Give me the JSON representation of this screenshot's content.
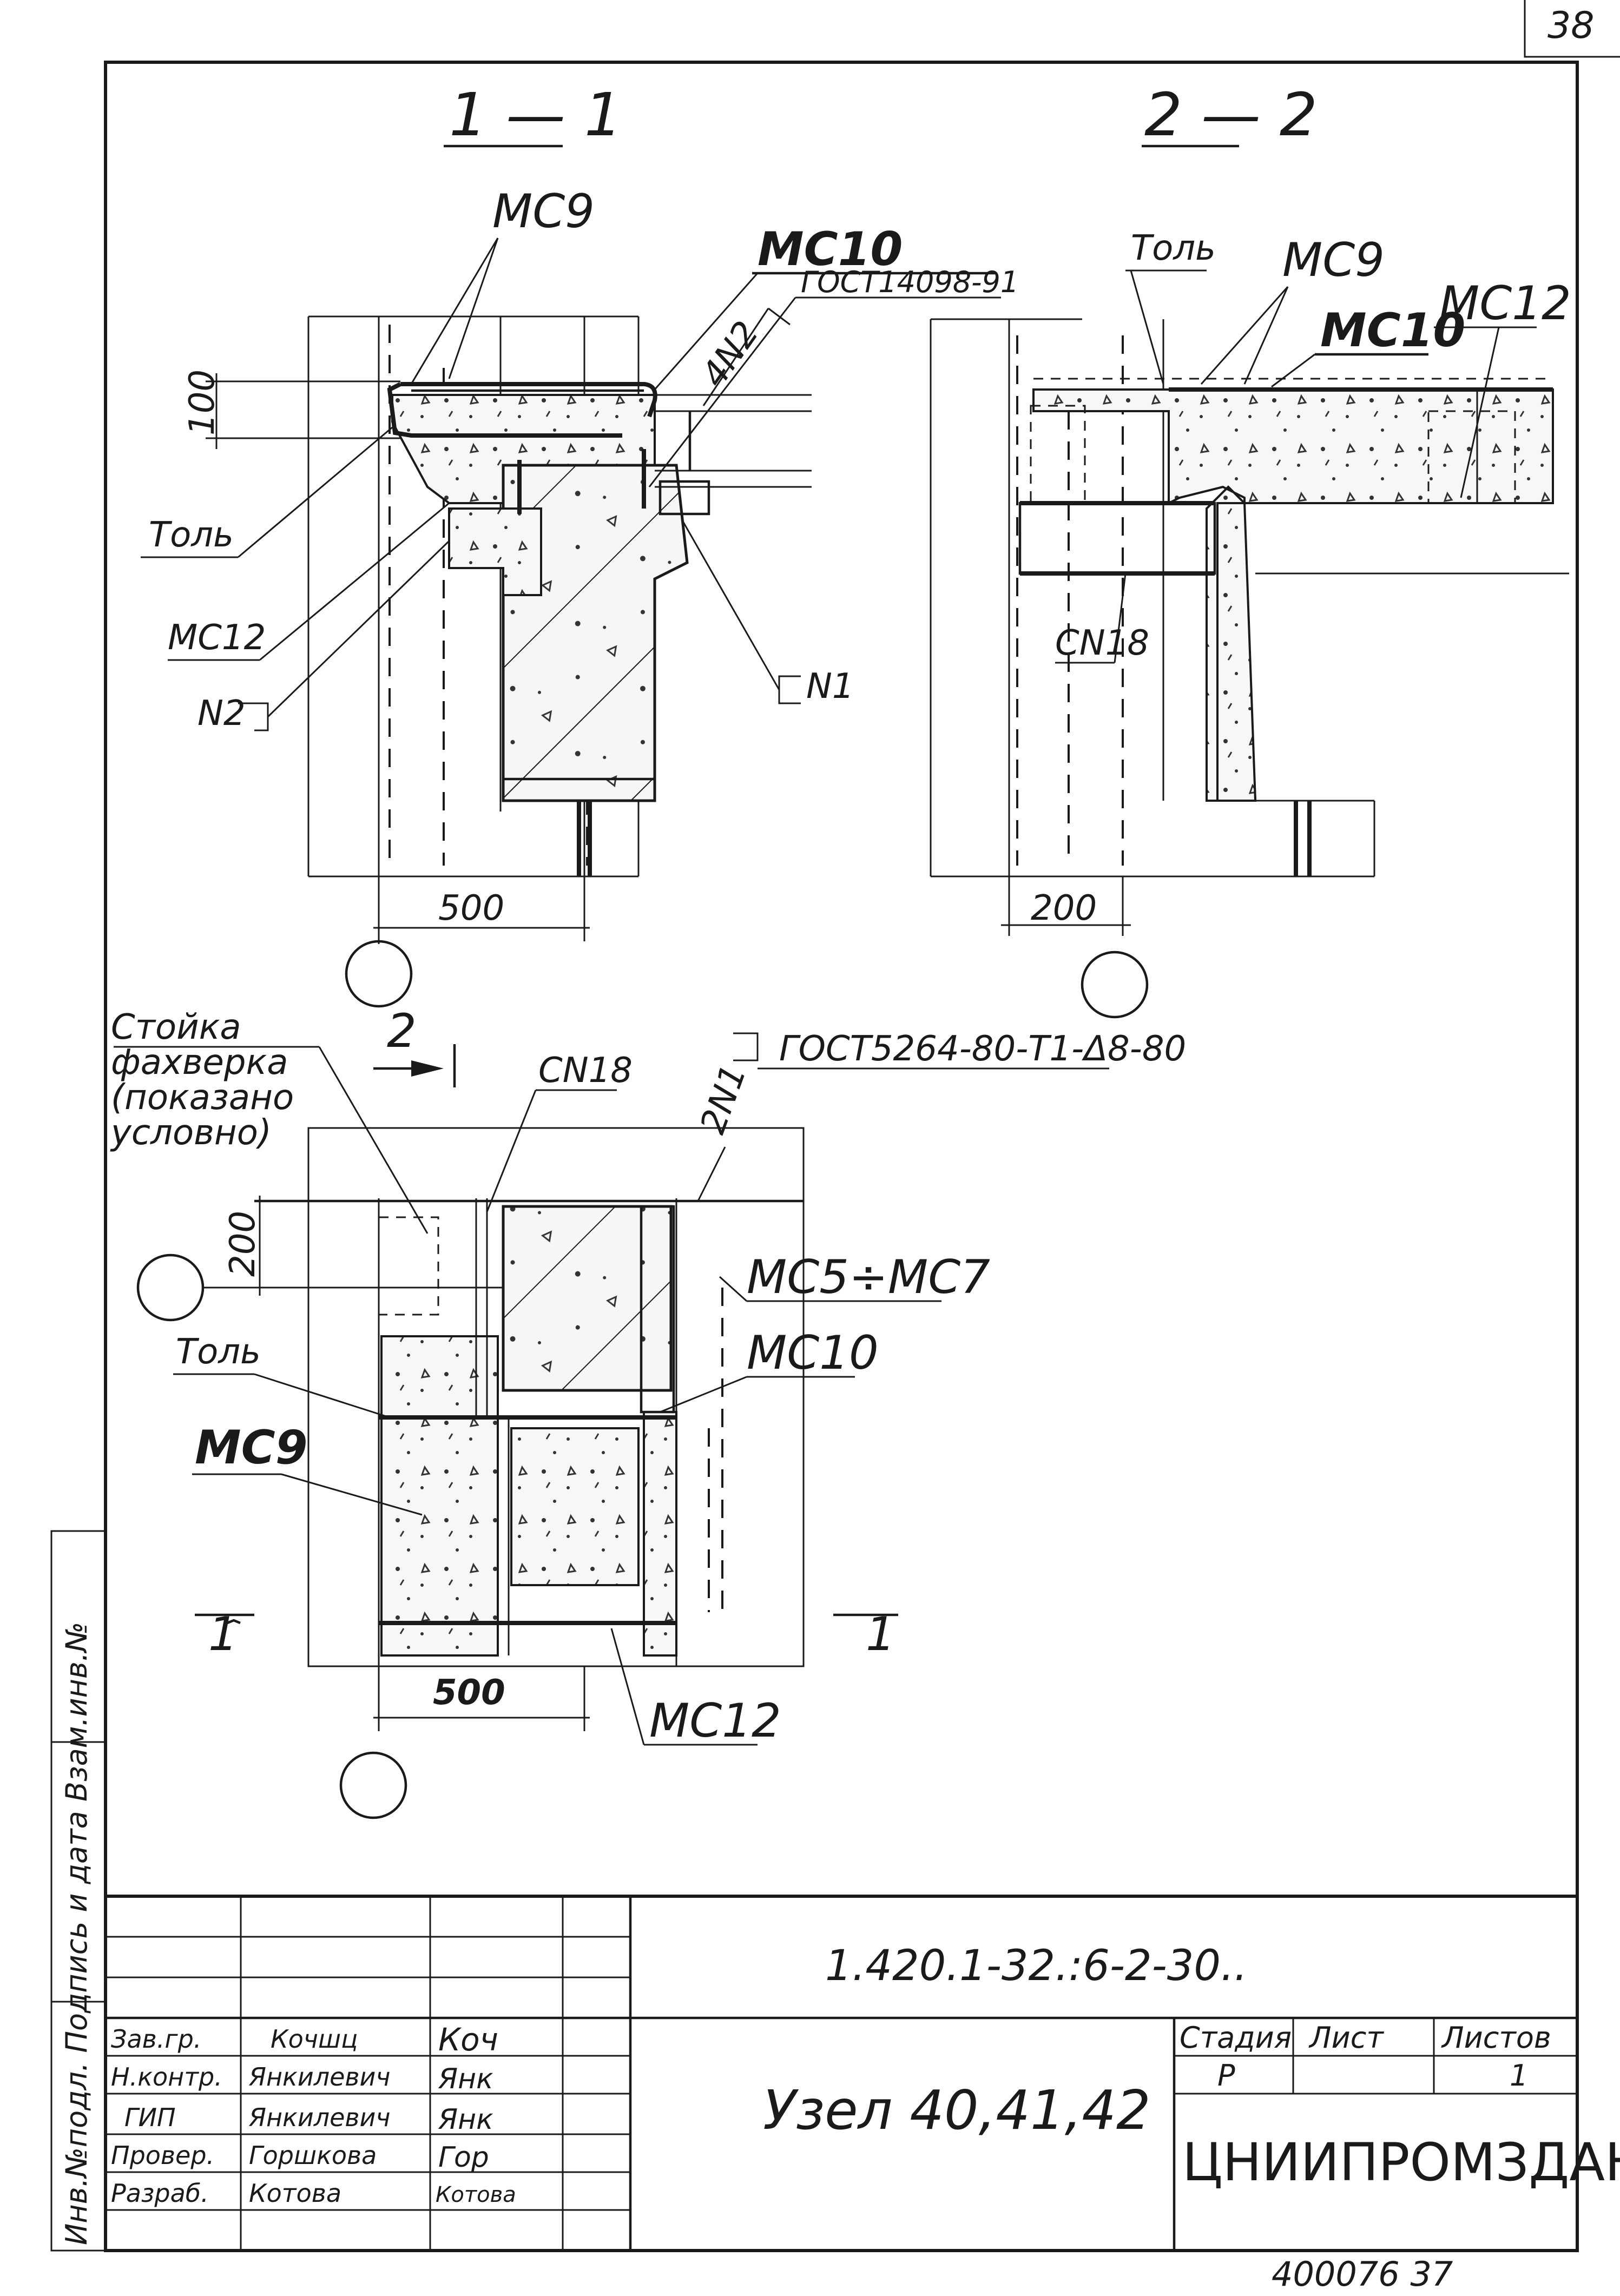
{
  "sheet_corner_number": "38",
  "section_1": {
    "title": "1 — 1",
    "labels": {
      "mc9": "МС9",
      "mc10": "МС10",
      "gost": "ГОСТ14098-91",
      "n2_4": "4N2",
      "dim_100": "100",
      "tol": "Толь",
      "mc12": "МС12",
      "n2": "N2",
      "n1": "N1",
      "dim_500": "500"
    }
  },
  "section_2": {
    "title": "2 — 2",
    "labels": {
      "tol": "Толь",
      "mc9": "МС9",
      "mc10": "МС10",
      "mc12": "МС12",
      "cn18": "СN18",
      "dim_200": "200"
    }
  },
  "plan": {
    "labels": {
      "stoika": "Стойка",
      "fahverka": "фахверка",
      "pokazano": "(показано",
      "uslovno": "условно)",
      "section_2_mark": "2",
      "cn18": "СN18",
      "n1_2": "2N1",
      "gost": "ГОСТ5264-80-Т1-Δ8-80",
      "dim_200": "200",
      "mc5_mc7": "МС5÷МС7",
      "tol": "Толь",
      "mc10": "МС10",
      "mc9": "МС9",
      "section_1_left": "1",
      "section_1_right": "1",
      "dim_500": "500",
      "mc12": "МС12"
    }
  },
  "side_stamp": "Инв.№подл.  Подпись и дата  Взам.инв.№",
  "title_block": {
    "document_code": "1.420.1-32.:6-2-30..",
    "drawing_title": "Узел 40,41,42",
    "stage_header": "Стадия",
    "sheet_header": "Лист",
    "sheets_header": "Листов",
    "stage_value": "Р",
    "sheet_value": "",
    "sheets_value": "1",
    "organization": "ЦНИИПРОМЗДАНИЙ",
    "roles": [
      {
        "role": "Зав.гр.",
        "name": "Кочшц",
        "signature": "Коч"
      },
      {
        "role": "Н.контр.",
        "name": "Янкилевич",
        "signature": "Янк"
      },
      {
        "role": "ГИП",
        "name": "Янкилевич",
        "signature": "Янк"
      },
      {
        "role": "Провер.",
        "name": "Горшкова",
        "signature": "Гор"
      },
      {
        "role": "Разраб.",
        "name": "Котова",
        "signature": "Котова"
      }
    ]
  },
  "bottom_number": "400076 37"
}
